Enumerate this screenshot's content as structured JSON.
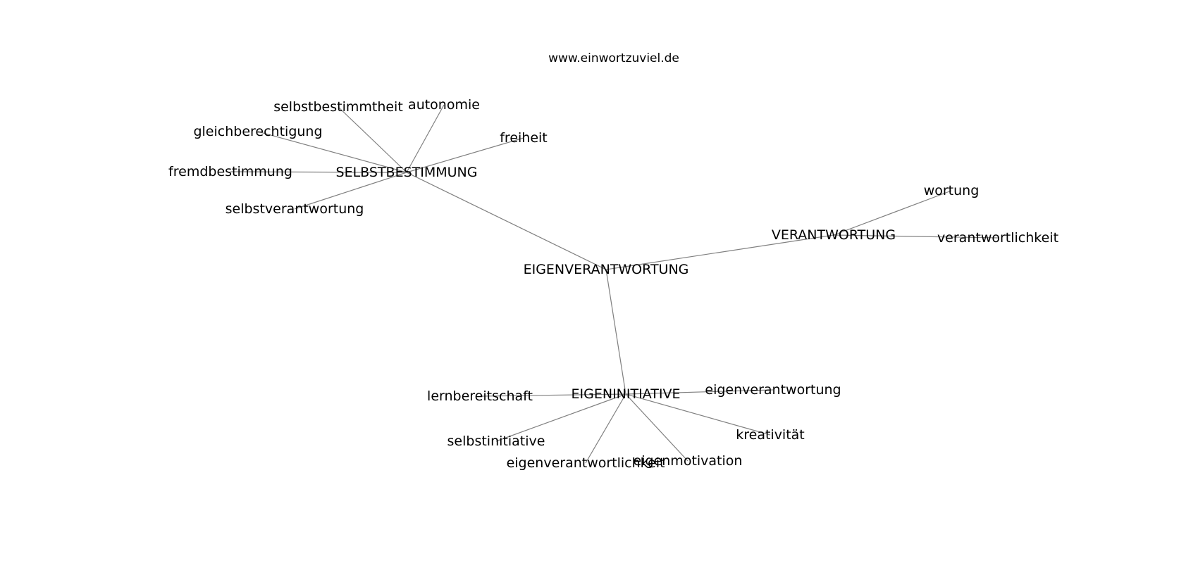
{
  "source": "www.einwortzuviel.de",
  "nodes": [
    {
      "id": "eigenverantwortung_hub",
      "label": "EIGENVERANTWORTUNG"
    },
    {
      "id": "selbstbestimmung",
      "label": "SELBSTBESTIMMUNG"
    },
    {
      "id": "verantwortung",
      "label": "VERANTWORTUNG"
    },
    {
      "id": "eigeninitiative",
      "label": "EIGENINITIATIVE"
    },
    {
      "id": "selbstbestimmtheit",
      "label": "selbstbestimmtheit"
    },
    {
      "id": "autonomie",
      "label": "autonomie"
    },
    {
      "id": "gleichberechtigung",
      "label": "gleichberechtigung"
    },
    {
      "id": "freiheit",
      "label": "freiheit"
    },
    {
      "id": "fremdbestimmung",
      "label": "fremdbestimmung"
    },
    {
      "id": "selbstverantwortung",
      "label": "selbstverantwortung"
    },
    {
      "id": "wortung",
      "label": "wortung"
    },
    {
      "id": "verantwortlichkeit",
      "label": "verantwortlichkeit"
    },
    {
      "id": "lernbereitschaft",
      "label": "lernbereitschaft"
    },
    {
      "id": "eigenverantwortung_leaf",
      "label": "eigenverantwortung"
    },
    {
      "id": "selbstinitiative",
      "label": "selbstinitiative"
    },
    {
      "id": "kreativitaet",
      "label": "kreativität"
    },
    {
      "id": "eigenverantwortlichkeit",
      "label": "eigenverantwortlichkeit"
    },
    {
      "id": "eigenmotivation",
      "label": "eigenmotivation"
    }
  ],
  "edges": [
    [
      "eigenverantwortung_hub",
      "selbstbestimmung"
    ],
    [
      "eigenverantwortung_hub",
      "verantwortung"
    ],
    [
      "eigenverantwortung_hub",
      "eigeninitiative"
    ],
    [
      "selbstbestimmung",
      "selbstbestimmtheit"
    ],
    [
      "selbstbestimmung",
      "autonomie"
    ],
    [
      "selbstbestimmung",
      "gleichberechtigung"
    ],
    [
      "selbstbestimmung",
      "freiheit"
    ],
    [
      "selbstbestimmung",
      "fremdbestimmung"
    ],
    [
      "selbstbestimmung",
      "selbstverantwortung"
    ],
    [
      "verantwortung",
      "wortung"
    ],
    [
      "verantwortung",
      "verantwortlichkeit"
    ],
    [
      "eigeninitiative",
      "lernbereitschaft"
    ],
    [
      "eigeninitiative",
      "eigenverantwortung_leaf"
    ],
    [
      "eigeninitiative",
      "selbstinitiative"
    ],
    [
      "eigeninitiative",
      "kreativitaet"
    ],
    [
      "eigeninitiative",
      "eigenverantwortlichkeit"
    ],
    [
      "eigeninitiative",
      "eigenmotivation"
    ]
  ]
}
